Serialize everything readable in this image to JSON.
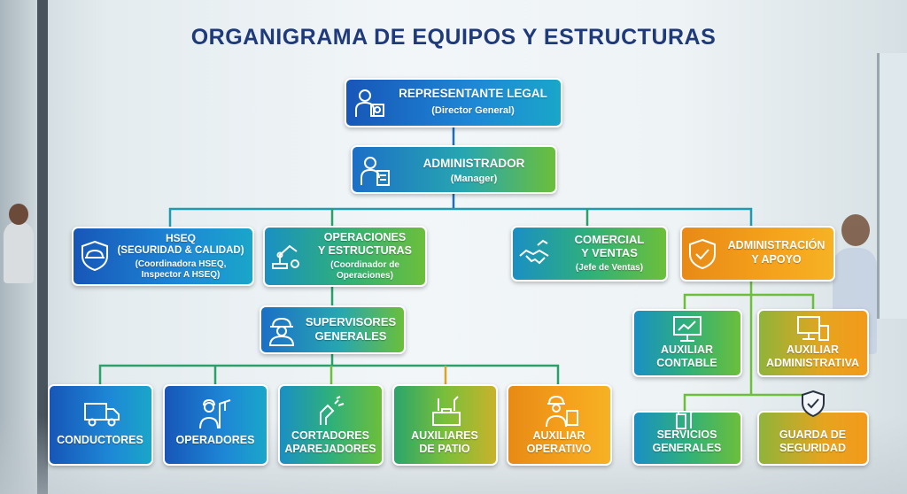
{
  "title": "ORGANIGRAMA DE EQUIPOS Y ESTRUCTURAS",
  "nodes": {
    "legal": {
      "title": "REPRESENTANTE LEGAL",
      "sub": "(Director General)"
    },
    "admin": {
      "title": "ADMINISTRADOR",
      "sub": "(Manager)"
    },
    "hseq": {
      "title": "HSEQ",
      "title2": "(SEGURIDAD & CALIDAD)",
      "sub": "(Coordinadora HSEQ,",
      "sub2": "Inspector A HSEQ)"
    },
    "ops": {
      "title": "OPERACIONES",
      "title2": "Y ESTRUCTURAS",
      "sub": "(Coordinador de",
      "sub2": "Operaciones)"
    },
    "comercial": {
      "title": "COMERCIAL",
      "title2": "Y VENTAS",
      "sub": "(Jefe de Ventas)"
    },
    "apoyo": {
      "title": "ADMINISTRACIÓN",
      "title2": "Y APOYO"
    },
    "supervisores": {
      "title": "SUPERVISORES",
      "title2": "GENERALES"
    },
    "conductores": {
      "title": "CONDUCTORES"
    },
    "operadores": {
      "title": "OPERADORES"
    },
    "cortadores": {
      "title": "CORTADORES",
      "title2": "APAREJADORES"
    },
    "aux_patio": {
      "title": "AUXILIARES",
      "title2": "DE PATIO"
    },
    "aux_operativo": {
      "title": "AUXILIAR",
      "title2": "OPERATIVO"
    },
    "aux_contable": {
      "title": "AUXILIAR",
      "title2": "CONTABLE"
    },
    "aux_admin": {
      "title": "AUXILIAR",
      "title2": "ADMINISTRATIVA"
    },
    "servicios": {
      "title": "SERVICIOS",
      "title2": "GENERALES"
    },
    "guarda": {
      "title": "GUARDA DE",
      "title2": "SEGURIDAD"
    }
  },
  "icons": {
    "legal": "legal-representative-icon",
    "admin": "manager-clipboard-icon",
    "hseq": "safety-helmet-shield-icon",
    "ops": "robotic-arm-gear-icon",
    "comercial": "handshake-chart-icon",
    "apoyo": "shield-check-icon",
    "supervisores": "supervisor-helmet-icon",
    "conductores": "truck-icon",
    "operadores": "crane-operator-icon",
    "cortadores": "cutting-torch-icon",
    "aux_patio": "toolbox-icon",
    "aux_operativo": "worker-calculator-icon",
    "aux_contable": "computer-chart-icon",
    "aux_admin": "computer-calculator-icon",
    "servicios": "cleaning-supplies-icon",
    "guarda": "security-shield-icon"
  }
}
